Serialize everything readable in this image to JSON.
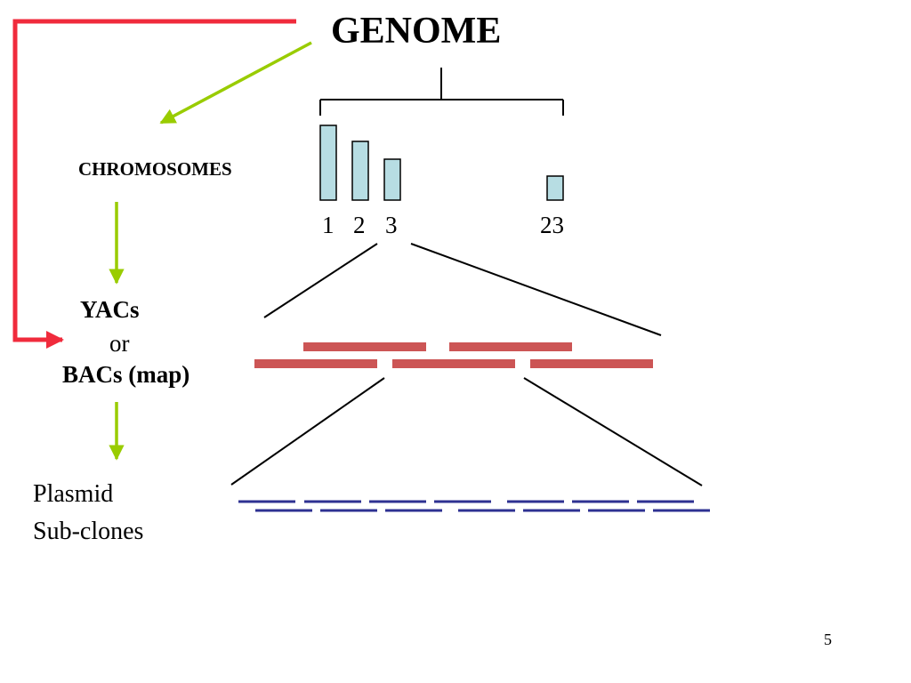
{
  "title": "GENOME",
  "chromosomes_label": "CHROMOSOMES",
  "yacs_label": "YACs",
  "or_label": "or",
  "bacs_label": "BACs (map)",
  "plasmid_label": "Plasmid",
  "subclones_label": "Sub-clones",
  "chromosome_numbers": [
    "1",
    "2",
    "3",
    "23"
  ],
  "page_number": "5",
  "colors": {
    "red_arrow": "#f02b3c",
    "green_arrow": "#99cc00",
    "chromosome_fill": "#b7dde3",
    "bac_segment": "#cc5555",
    "plasmid_segment": "#2e3192",
    "line": "#000000"
  }
}
